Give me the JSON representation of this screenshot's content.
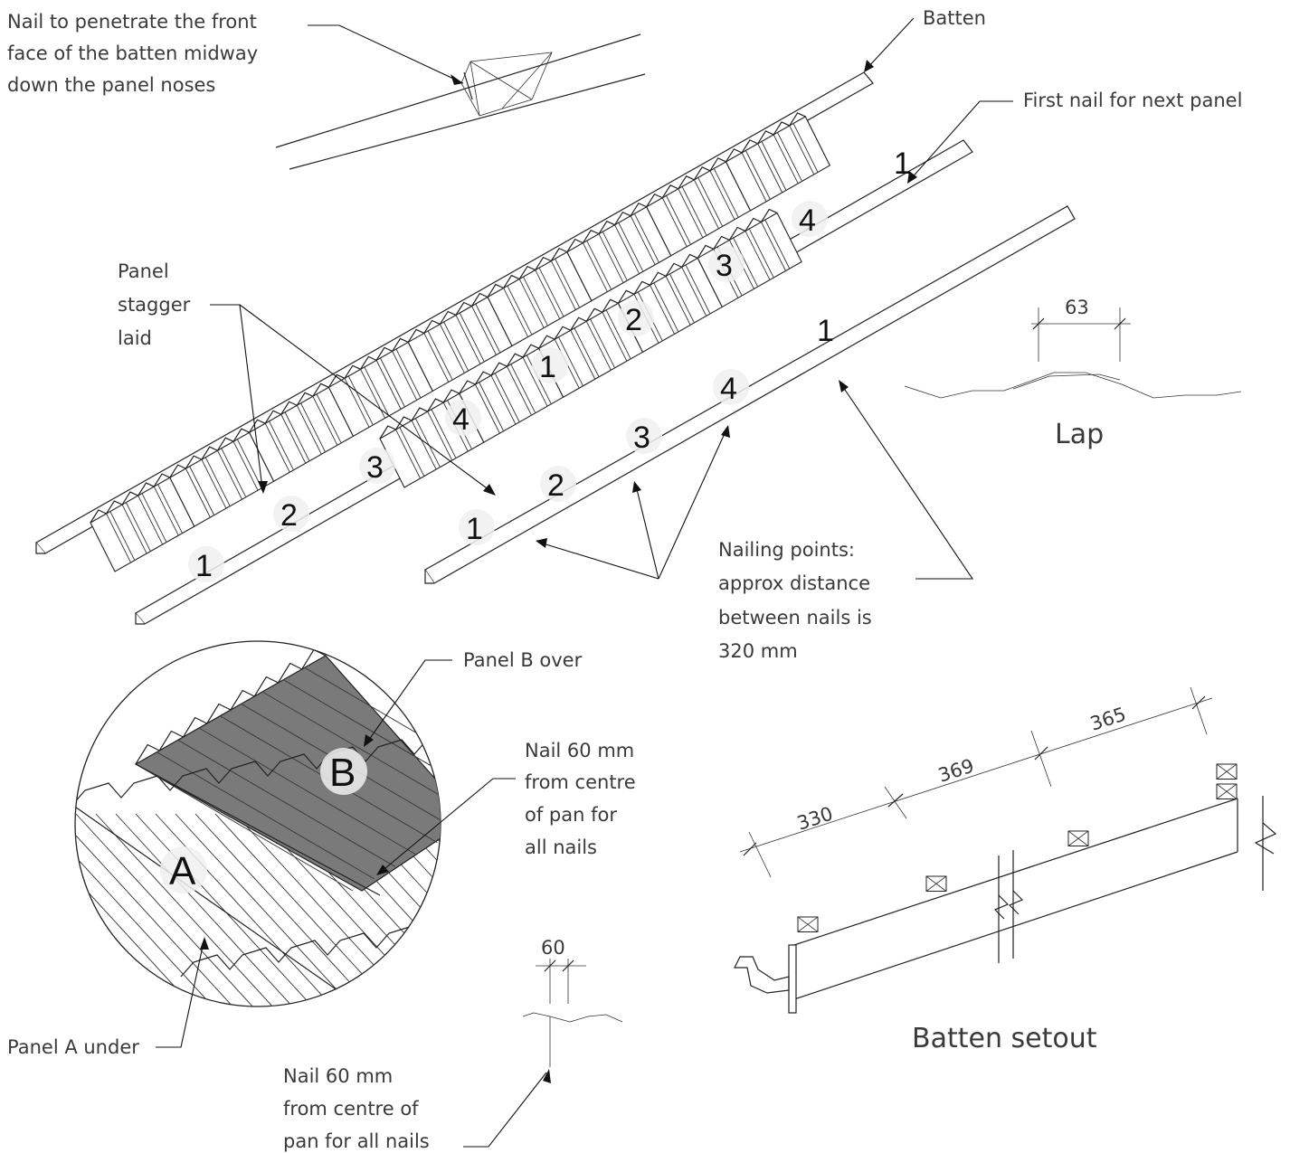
{
  "labels": {
    "nail_front_face": [
      "Nail to penetrate the front",
      "face of the batten midway",
      "down the panel noses"
    ],
    "batten": "Batten",
    "first_nail_next_panel": "First nail for next panel",
    "panel_stagger": [
      "Panel",
      "stagger",
      "laid"
    ],
    "nailing_points": [
      "Nailing points:",
      "approx distance",
      "between nails is",
      "320 mm"
    ],
    "lap_title": "Lap",
    "lap_dimension": "63",
    "panel_b_over": "Panel B over",
    "nail_60_right": [
      "Nail 60 mm",
      "from centre",
      "of pan for",
      "all nails"
    ],
    "nail_60_bottom": [
      "Nail 60 mm",
      "from centre of",
      "pan for all nails"
    ],
    "panel_a_under": "Panel A under",
    "dim_60": "60",
    "batten_setout_title": "Batten setout",
    "setout_dims": [
      "330",
      "369",
      "365"
    ],
    "panel_letters": [
      "A",
      "B"
    ]
  },
  "panel_numbers": {
    "row_front": [
      "1",
      "2",
      "3",
      "4",
      "1"
    ],
    "row_back": [
      "1",
      "2",
      "3",
      "4",
      "1"
    ],
    "row_front_tail": [
      "1",
      "2",
      "3",
      "4"
    ]
  },
  "colors": {
    "line": "#222222",
    "text": "#3a3a3a",
    "panel_b_fill": "#7a7a7a"
  }
}
